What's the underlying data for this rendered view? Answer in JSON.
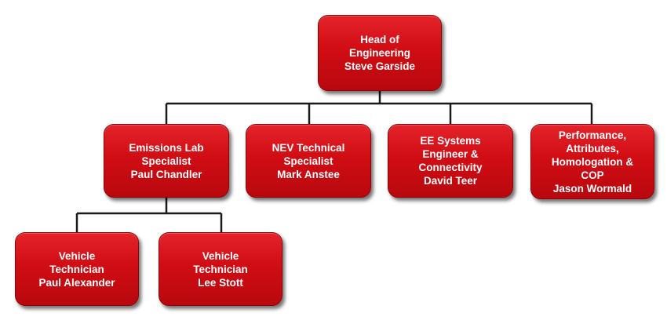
{
  "org_chart": {
    "head": {
      "lines": [
        "Head of",
        "Engineering",
        "Steve Garside"
      ]
    },
    "reports": [
      {
        "lines": [
          "Emissions Lab",
          "Specialist",
          "Paul Chandler"
        ]
      },
      {
        "lines": [
          "NEV Technical",
          "Specialist",
          "Mark Anstee"
        ]
      },
      {
        "lines": [
          "EE Systems",
          "Engineer &",
          "Connectivity",
          "David Teer"
        ]
      },
      {
        "lines": [
          "Performance,",
          "Attributes,",
          "Homologation &",
          "COP",
          "Jason Wormald"
        ]
      }
    ],
    "emissions_reports": [
      {
        "lines": [
          "Vehicle",
          "Technician",
          "Paul Alexander"
        ]
      },
      {
        "lines": [
          "Vehicle",
          "Technician",
          "Lee Stott"
        ]
      }
    ]
  },
  "colors": {
    "box_fill": "#d10d14",
    "box_text": "#ffffff",
    "connector": "#1a1a1a",
    "background": "#ffffff"
  }
}
